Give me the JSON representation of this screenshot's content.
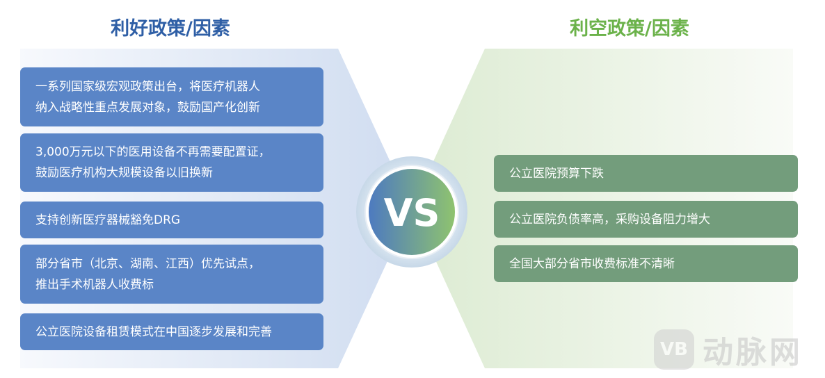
{
  "left_section": {
    "title": "利好政策/因素",
    "items": [
      [
        "一系列国家级宏观政策出台，将医疗机器人",
        "纳入战略性重点发展对象，鼓励国产化创新"
      ],
      [
        "3,000万元以下的医用设备不再需要配置证，",
        "鼓励医疗机构大规模设备以旧换新"
      ],
      [
        "支持创新医疗器械豁免DRG"
      ],
      [
        "部分省市（北京、湖南、江西）优先试点，",
        "推出手术机器人收费标"
      ],
      [
        "公立医院设备租赁模式在中国逐步发展和完善"
      ]
    ]
  },
  "right_section": {
    "title": "利空政策/因素",
    "items": [
      "公立医院预算下跌",
      "公立医院负债率高，采购设备阻力增大",
      "全国大部分省市收费标准不清晰"
    ]
  },
  "center": {
    "label": "VS"
  },
  "watermark": {
    "logo": "VB",
    "text": "动脉网"
  },
  "colors": {
    "left_title": "#2f5fa6",
    "right_title": "#6bb24a",
    "left_card": "#5a85c7",
    "right_card": "#739d7c"
  }
}
